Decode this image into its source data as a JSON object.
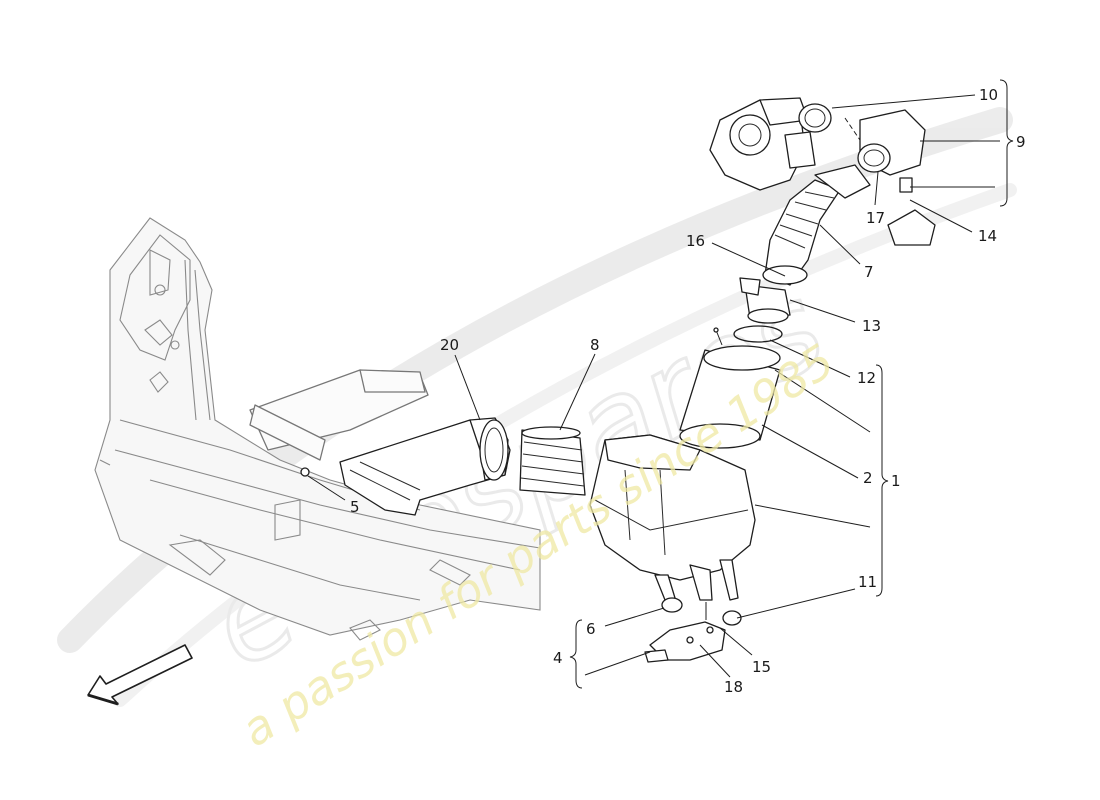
{
  "callouts": {
    "c1": "1",
    "c2": "2",
    "c4": "4",
    "c5": "5",
    "c6": "6",
    "c7": "7",
    "c8": "8",
    "c9": "9",
    "c10": "10",
    "c11": "11",
    "c12": "12",
    "c13": "13",
    "c14": "14",
    "c15": "15",
    "c16": "16",
    "c17": "17",
    "c18": "18",
    "c20": "20"
  },
  "watermark": {
    "line1": "a passion for parts since 1985",
    "logo_text": "eurospares"
  },
  "colors": {
    "line": "#1e1e1e",
    "ghost": "#8a8a8a",
    "watermark_text": "#efe9a4",
    "watermark_logo": "#e3e3e3"
  }
}
